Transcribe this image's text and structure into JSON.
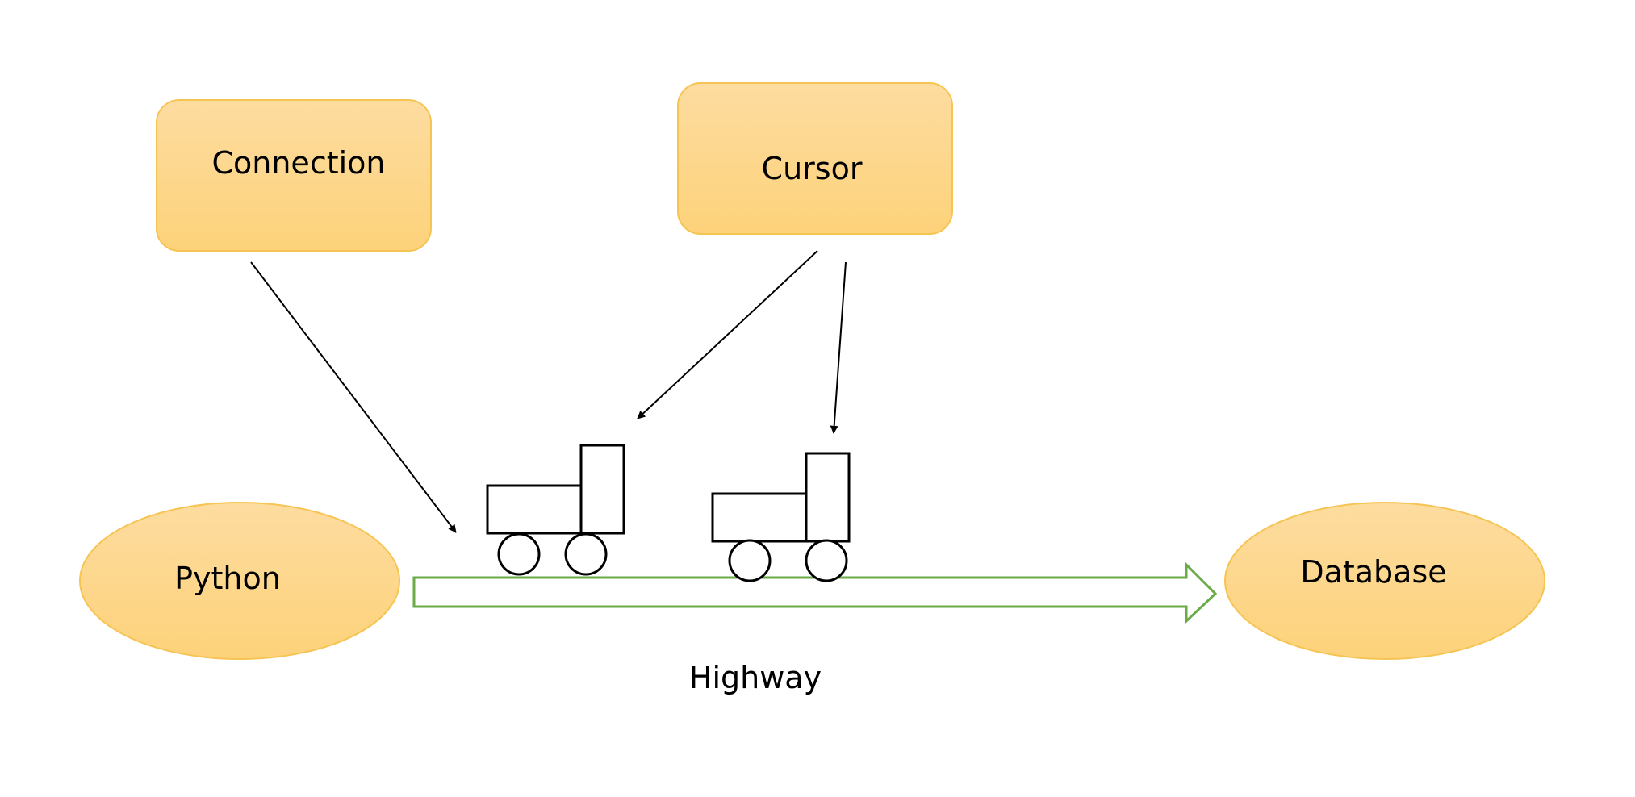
{
  "nodes": {
    "connection": {
      "label": "Connection"
    },
    "cursor": {
      "label": "Cursor"
    },
    "python": {
      "label": "Python"
    },
    "database": {
      "label": "Database"
    }
  },
  "highway": {
    "label": "Highway"
  },
  "colors": {
    "node_fill_top": "#fddca0",
    "node_fill_bottom": "#fdd27a",
    "node_stroke": "#f6c453",
    "highway_stroke": "#6aab47",
    "line": "#000000"
  },
  "icons": [
    "truck-icon",
    "truck-icon"
  ]
}
